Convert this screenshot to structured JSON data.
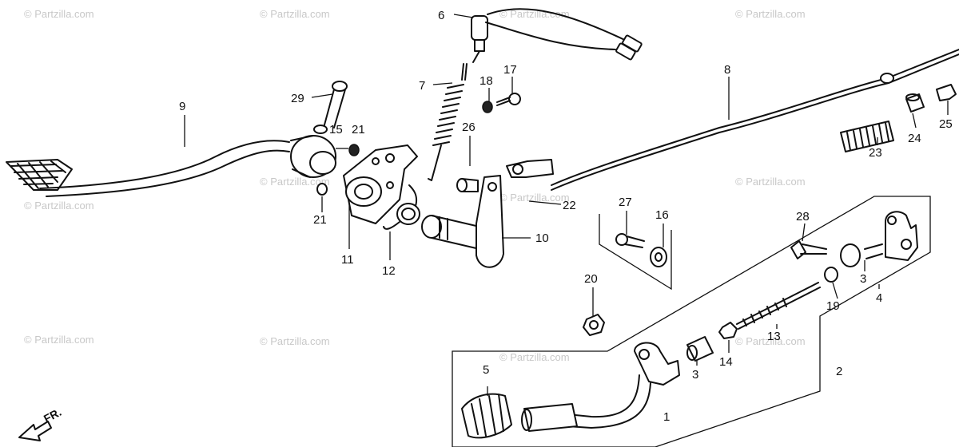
{
  "watermark": "© Partzilla.com",
  "direction_label": "FR.",
  "callouts": {
    "c1": "1",
    "c2": "2",
    "c3a": "3",
    "c3b": "3",
    "c4": "4",
    "c5": "5",
    "c6": "6",
    "c7": "7",
    "c8": "8",
    "c9": "9",
    "c10": "10",
    "c11": "11",
    "c12": "12",
    "c13": "13",
    "c14": "14",
    "c15": "15",
    "c16": "16",
    "c17": "17",
    "c18": "18",
    "c19": "19",
    "c20": "20",
    "c21a": "21",
    "c21b": "21",
    "c22": "22",
    "c23": "23",
    "c24": "24",
    "c25": "25",
    "c26": "26",
    "c27": "27",
    "c28": "28",
    "c29": "29"
  }
}
